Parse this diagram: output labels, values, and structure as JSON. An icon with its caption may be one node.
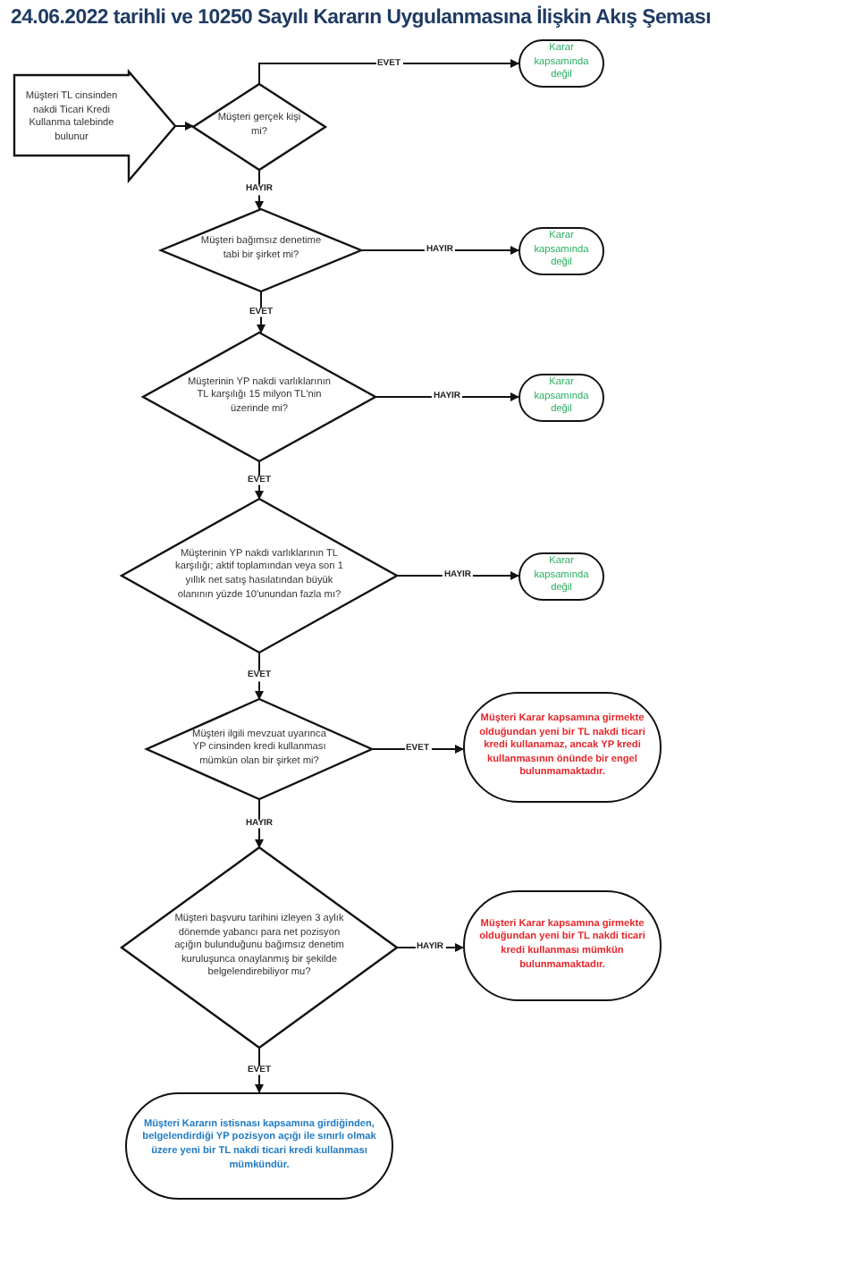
{
  "diagram": {
    "title": "24.06.2022 tarihli ve 10250 Sayılı Kararın Uygulanmasına İlişkin Akış Şeması",
    "nodes": [
      {
        "text": [
          "Müşteri TL cinsinden nakdi Ticari Kredi Kullanma talebinde bulunur"
        ]
      },
      {
        "text": [
          "Müşteri gerçek kişi mi?"
        ]
      },
      {
        "text": [
          "Karar kapsamında değil"
        ]
      },
      {
        "text": [
          "Müşteri bağımsız denetime tabi bir şirket mi?"
        ]
      },
      {
        "text": [
          "Karar kapsamında değil"
        ]
      },
      {
        "text": [
          "Müşterinin YP nakdi varlıklarının TL karşılığı 15 milyon TL'nin üzerinde mi?"
        ]
      },
      {
        "text": [
          "Karar kapsamında değil"
        ]
      },
      {
        "text": [
          "Müşterinin YP nakdi varlıklarının TL karşılığı; aktif toplamından veya son 1 yıllık net satış hasılatından büyük olanının yüzde 10'unundan fazla mı?"
        ]
      },
      {
        "text": [
          "Karar kapsamında değil"
        ]
      },
      {
        "text": [
          "Müşteri ilgili mevzuat uyarınca YP cinsinden kredi kullanması mümkün olan bir şirket mi?"
        ]
      },
      {
        "text": [
          "Müşteri Karar kapsamına girmekte olduğundan yeni bir TL nakdi ticari kredi kullanamaz, ancak YP kredi kullanmasının önünde bir engel bulunmamaktadır."
        ]
      },
      {
        "text": [
          "Müşteri başvuru tarihini izleyen 3 aylık dönemde yabancı para net pozisyon açığın bulunduğunu bağımsız denetim kuruluşunca onaylanmış bir şekilde belgelendirebiliyor mu?"
        ]
      },
      {
        "text": [
          "Müşteri Karar kapsamına girmekte olduğundan yeni bir TL nakdi ticari kredi kullanması mümkün bulunmamaktadır."
        ]
      },
      {
        "text": [
          "Müşteri Kararın istisnası kapsamına girdiğinden, belgelendirdiği YP pozisyon açığı ile sınırlı olmak üzere yeni bir TL nakdi ticari kredi kullanması mümkündür."
        ]
      }
    ],
    "edges": [
      {
        "from": 0,
        "to": 1,
        "arrow": "to"
      },
      {
        "from": 1,
        "to": 2,
        "arrow": "to",
        "label": "EVET"
      },
      {
        "from": 1,
        "to": 3,
        "arrow": "to",
        "label": "HAYIR"
      },
      {
        "from": 3,
        "to": 4,
        "arrow": "to",
        "label": "HAYIR"
      },
      {
        "from": 3,
        "to": 5,
        "arrow": "to",
        "label": "EVET"
      },
      {
        "from": 5,
        "to": 6,
        "arrow": "to",
        "label": "HAYIR"
      },
      {
        "from": 5,
        "to": 7,
        "arrow": "to",
        "label": "EVET"
      },
      {
        "from": 7,
        "to": 8,
        "arrow": "to",
        "label": "HAYIR"
      },
      {
        "from": 7,
        "to": 9,
        "arrow": "to",
        "label": "EVET"
      },
      {
        "from": 9,
        "to": 10,
        "arrow": "to",
        "label": "EVET"
      },
      {
        "from": 9,
        "to": 11,
        "arrow": "to",
        "label": "HAYIR"
      },
      {
        "from": 11,
        "to": 12,
        "arrow": "to",
        "label": "HAYIR"
      },
      {
        "from": 11,
        "to": 13,
        "arrow": "to",
        "label": "EVET"
      }
    ]
  }
}
